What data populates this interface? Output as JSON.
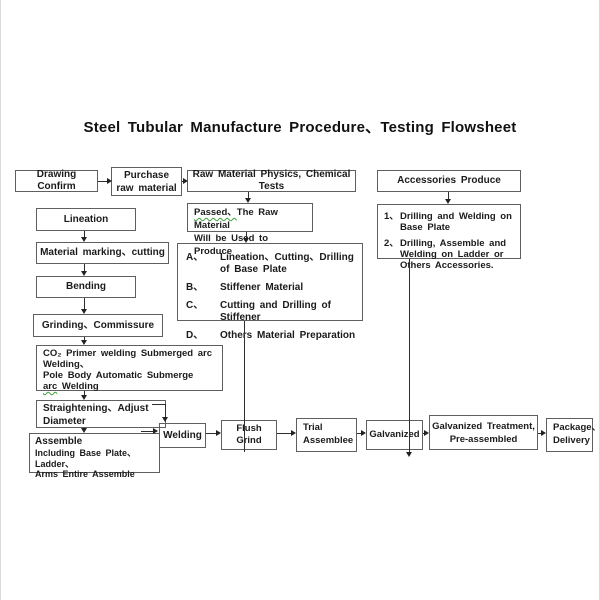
{
  "title": "Steel Tubular Manufacture Procedure、Testing Flowsheet",
  "colors": {
    "border": "#5f5f5f",
    "text": "#1b1b1b",
    "spellcheck_underline": "#3aa03a"
  },
  "nodes": {
    "drawing_confirm": {
      "label": "Drawing Confirm"
    },
    "purchase": {
      "line1": "Purchase",
      "line2": "raw material"
    },
    "raw_tests": {
      "label": "Raw Material Physics, Chemical Tests"
    },
    "accessories": {
      "label": "Accessories Produce"
    },
    "passed": {
      "highlight": "Passed、",
      "rest": "The Raw Material",
      "line2": "Will be Used to Produce"
    },
    "prep_list": {
      "items": [
        {
          "key": "A、",
          "text": "Lineation、Cutting、Drilling of Base Plate"
        },
        {
          "key": "B、",
          "text": "Stiffener Material"
        },
        {
          "key": "C、",
          "text": "Cutting and Drilling of Stiffener"
        },
        {
          "key": "D、",
          "text": "Others Material Preparation"
        }
      ]
    },
    "accessory_list": {
      "items": [
        {
          "key": "1、",
          "text": "Drilling and Welding on Base Plate"
        },
        {
          "key": "2、",
          "text": "Drilling, Assemble and Welding on Ladder or Others Accessories."
        }
      ]
    },
    "lineation": {
      "label": "Lineation"
    },
    "marking": {
      "label": "Material marking、cutting"
    },
    "bending": {
      "label": "Bending"
    },
    "grinding": {
      "label": "Grinding、Commissure"
    },
    "co2": {
      "line1": "CO₂ Primer welding Submerged arc",
      "line2": "Welding、",
      "line3": "Pole Body Automatic Submerge",
      "line4_underlined": "arc",
      "line4_rest": " Welding"
    },
    "straightening": {
      "line1": "Straightening、Adjust",
      "line2": "Diameter"
    },
    "assemble": {
      "heading": "Assemble",
      "line1": "Including Base Plate、Ladder、",
      "line2": "Arms Entire Assemble"
    },
    "welding": {
      "label": "Welding"
    },
    "flush_grind": {
      "label": "Flush Grind"
    },
    "trial": {
      "line1": "Trial",
      "line2": "Assemblee"
    },
    "galvanized": {
      "label": "Galvanized"
    },
    "galv_treatment": {
      "line1": "Galvanized Treatment,",
      "line2": "Pre-assembled"
    },
    "package": {
      "line1": "Package、",
      "line2": "Delivery"
    }
  }
}
